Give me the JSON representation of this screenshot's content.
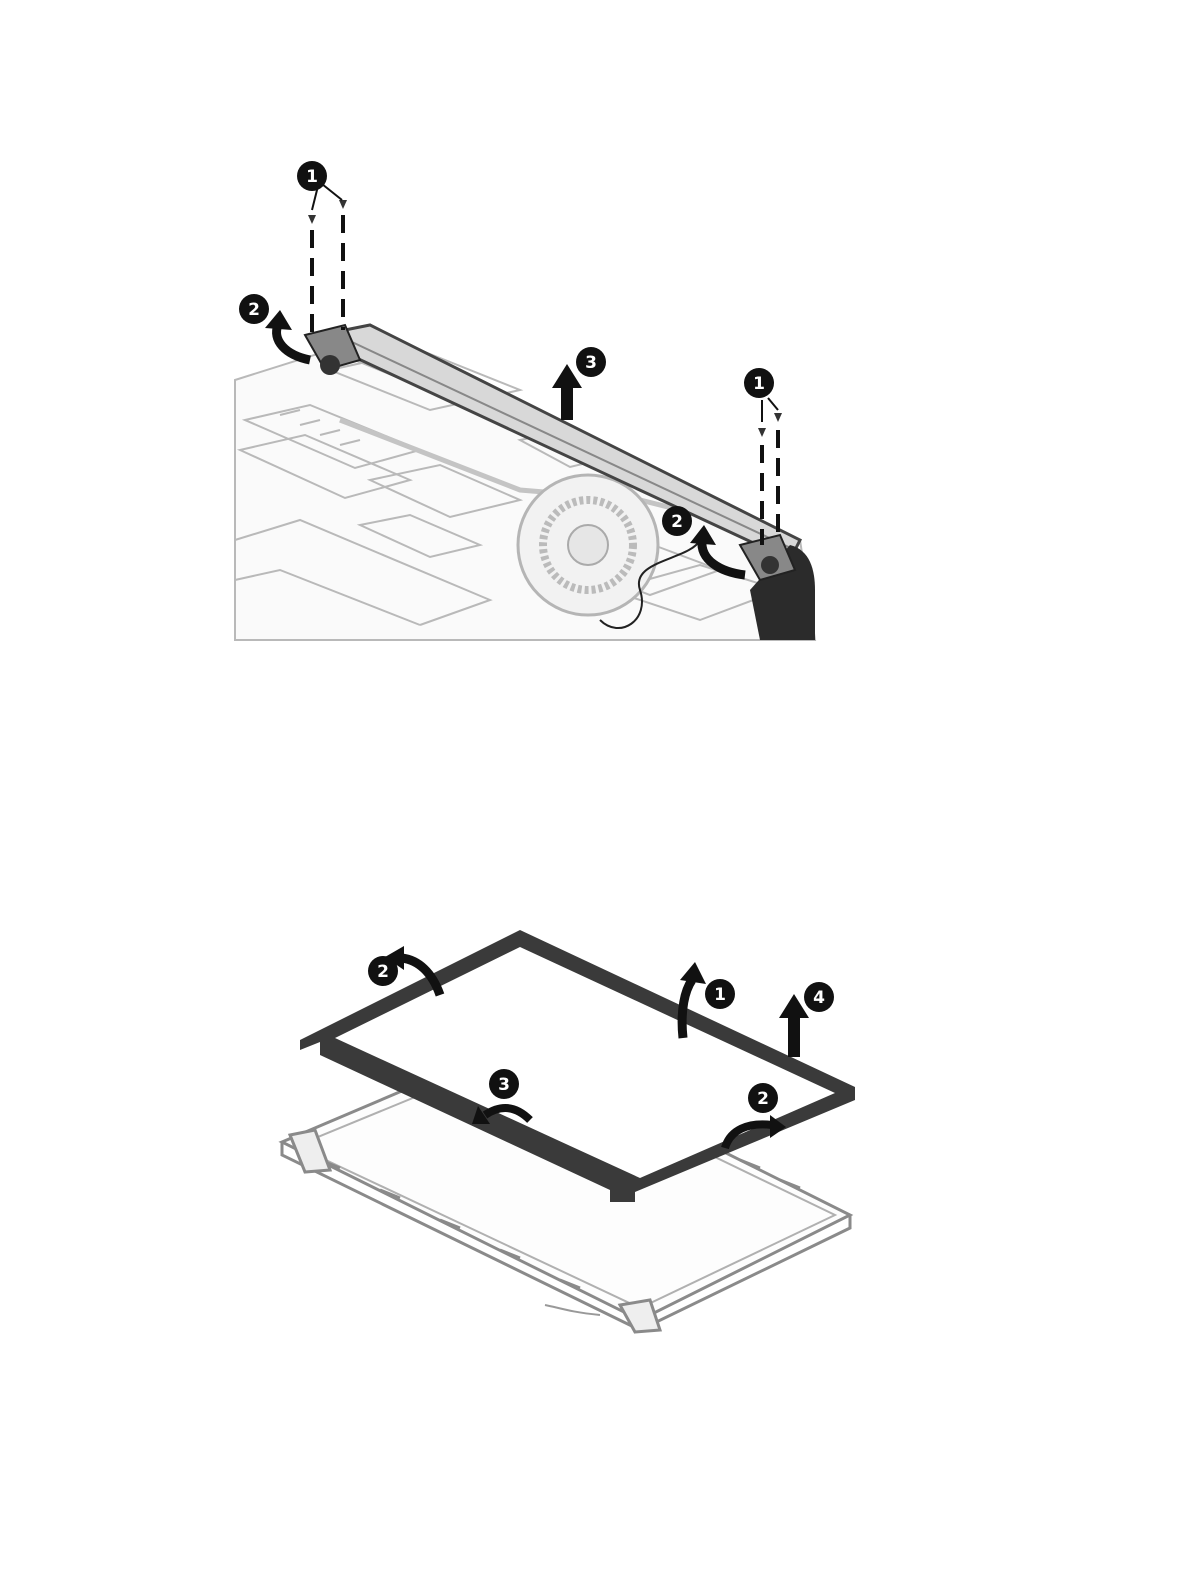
{
  "figure1": {
    "callouts": [
      "1",
      "2",
      "3",
      "2",
      "1"
    ]
  },
  "figure2": {
    "callouts": [
      "2",
      "1",
      "4",
      "3",
      "2"
    ]
  },
  "colors": {
    "callout_fill": "#111111",
    "line_art": "#9a9a9a",
    "bezel": "#3a3a3a",
    "display_back": "#2b2b2b"
  }
}
